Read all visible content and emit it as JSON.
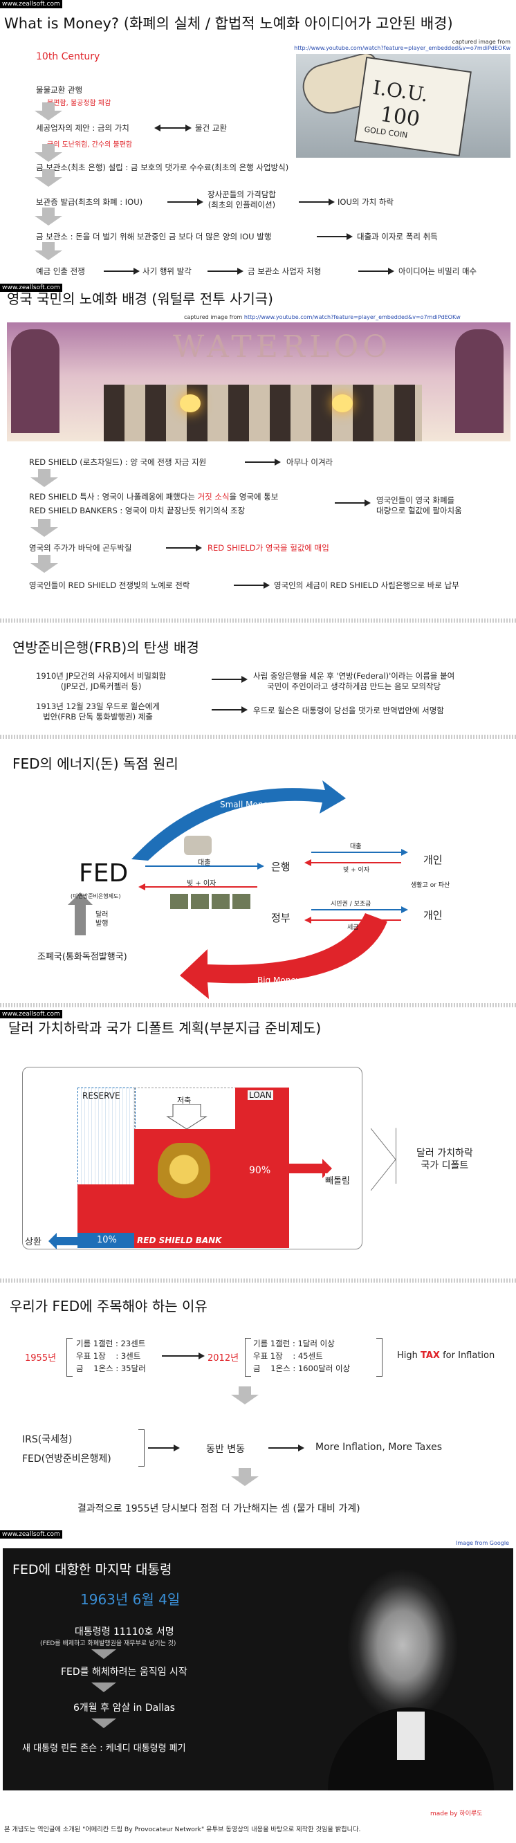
{
  "watermark": "www.zeallsoft.com",
  "s1": {
    "title": "What is Money? (화폐의 실체 / 합법적 노예화 아이디어가 고안된 배경)",
    "century": "10th Century",
    "caption_prefix": "captured image from",
    "caption_url": "http://www.youtube.com/watch?feature=player_embedded&v=o7mdiPdEOKw",
    "image_text": {
      "iou": "I.O.U.",
      "amount": "100",
      "gold": "GOLD COIN"
    },
    "rows": [
      {
        "a": "물물교환 관행",
        "note": "불편함, 불공정함 체감"
      },
      {
        "a": "세공업자의 제안 : 금의 가치",
        "b": "물건 교환",
        "note": "금의 도난위험, 간수의 불편함"
      },
      {
        "a": "금 보관소(최초 은행) 설립 : 금 보호의 댓가로 수수료(최초의 은행 사업방식)"
      },
      {
        "a": "보관증 발급(최초의 화폐 : IOU)",
        "b": "장사꾼들의 가격담합\n(최초의 인플레이션)",
        "c": "IOU의 가치 하락"
      },
      {
        "a": "금 보관소 : 돈을 더 벌기 위해 보관중인 금 보다 더 많은 양의 IOU 발행",
        "b": "대출과 이자로 폭리 취득"
      },
      {
        "a": "예금 인출 전쟁",
        "b": "사기 행위 발각",
        "c": "금 보관소 사업자 처형",
        "d": "아이디어는 비밀리 매수"
      }
    ]
  },
  "s2": {
    "title": "영국 국민의 노예화 배경 (워털루 전투 사기극)",
    "caption_prefix": "captured image from",
    "caption_url": "http://www.youtube.com/watch?feature=player_embedded&v=o7mdiPdEOKw",
    "image_text": "WATERLOO",
    "rows": [
      {
        "a": "RED SHIELD (로츠차일드) : 양 국에 전쟁 자금 지원",
        "b": "아무나 이겨라"
      },
      {
        "a1": "RED SHIELD 특사 : 영국이 나폴레옹에 패했다는 ",
        "a2": "거짓 소식",
        "a3": "을 영국에 통보",
        "a4": "RED SHIELD BANKERS : 영국이 마치 끝장난듯 위기의식 조장",
        "b": "영국인들이 영국 화폐를\n대량으로 헐값에 팔아치움"
      },
      {
        "a": "영국의 주가가 바닥에 곤두박질",
        "b": "RED SHIELD가 영국을 헐값에 매입"
      },
      {
        "a": "영국인들이 RED SHIELD 전쟁빚의 노예로 전락",
        "b": "영국인의 세금이 RED SHIELD 사립은행으로 바로 납부"
      }
    ]
  },
  "s3": {
    "title": "연방준비은행(FRB)의 탄생 배경",
    "rows": [
      {
        "a": "1910년 JP모건의 사유지에서 비밀회합\n(JP모건, JD록커펠러 등)",
        "b": "사립 중앙은행을 세운 후 '연방(Federal)'이라는 이름을 붙여\n국민이 주인이라고 생각하게끔 만드는 음모 모의작당"
      },
      {
        "a": "1913년 12월 23일 우드로 윌슨에게\n법안(FRB 단독 통화발행권) 제출",
        "b": "우드로 윌슨은 대통령이 당선을 댓가로 반역법안에 서명함"
      }
    ]
  },
  "s4": {
    "title": "FED의 에너지(돈) 독점 원리",
    "small_money": "Small Money",
    "big_money": "Big Money",
    "fed": "FED",
    "fed_sub": "(미연방준비은행제도)",
    "loan": "대출",
    "debt_interest": "빚 + 이자",
    "bank": "은행",
    "government": "정부",
    "individual": "개인",
    "individual2": "개인",
    "loan2": "대출",
    "debt_interest2": "빚 + 이자",
    "bond": "시민권 / 보조금",
    "tax": "세금",
    "hardship": "생활고 or 파산",
    "issue": "달러\n발행",
    "mint": "조폐국(통화독점발행국)"
  },
  "s5": {
    "title": "달러 가치하락과 국가 디폴트 계획(부분지급 준비제도)",
    "reserve": "RESERVE",
    "savings": "저축",
    "loan": "LOAN",
    "pct90": "90%",
    "pct10": "10%",
    "bank": "RED SHIELD BANK",
    "borrow": "빼돌림",
    "repay": "상환",
    "result": "달러 가치하락\n국가 디폴트"
  },
  "s6": {
    "title": "우리가 FED에 주목해야 하는 이유",
    "y1955": "1955년",
    "y2012": "2012년",
    "list1955": [
      "기름 1갤런 : 23센트",
      "우표 1장    : 3센트",
      "금    1온스 : 35달러"
    ],
    "list2012": [
      "기름 1갤런 : 1달러 이상",
      "우표 1장    : 45센트",
      "금    1온스 : 1600달러 이상"
    ],
    "high": "High ",
    "tax_word": "TAX",
    "for_inflation": " for Inflation",
    "irs": "IRS(국세청)",
    "fed": "FED(연방준비은행제)",
    "joint": "동반 변동",
    "more": "More Inflation, More Taxes",
    "conclusion": "결과적으로 1955년 당시보다 점점 더 가난해지는 셈 (물가 대비 가계)"
  },
  "s7": {
    "caption_prefix": "Image from ",
    "caption_src": "Google",
    "title": "FED에 대항한 마지막 대통령",
    "date": "1963년 6월 4일",
    "order": "대통령령 11110호 서명",
    "order_sub": "(FED를 배제하고 화폐발행권을 재무부로 넘기는 것)",
    "move": "FED를 해체하려는 움직임 시작",
    "assassination": "6개월 후 암살 in Dallas",
    "abolished": "새 대통령 린든 존슨 : 케네디 대통령령 폐기",
    "made_by_prefix": "made by ",
    "made_by": "하이루도"
  },
  "footer": "본 개념도는 역인글에 소개된 \"어메리칸 드림 By Provocateur Network\" 유투브 동영상의 내용을 바탕으로 제작한 것임을 밝힙니다."
}
